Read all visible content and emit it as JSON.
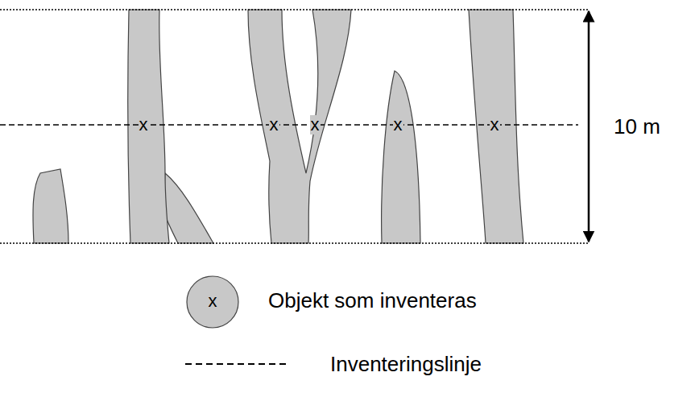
{
  "diagram": {
    "labels": [
      "x",
      "x",
      "x",
      "x",
      "x",
      "x",
      "10 m"
    ],
    "legend": [
      {
        "text": "Objekt som inventeras"
      },
      {
        "text": "Inventeringslinje"
      }
    ]
  }
}
